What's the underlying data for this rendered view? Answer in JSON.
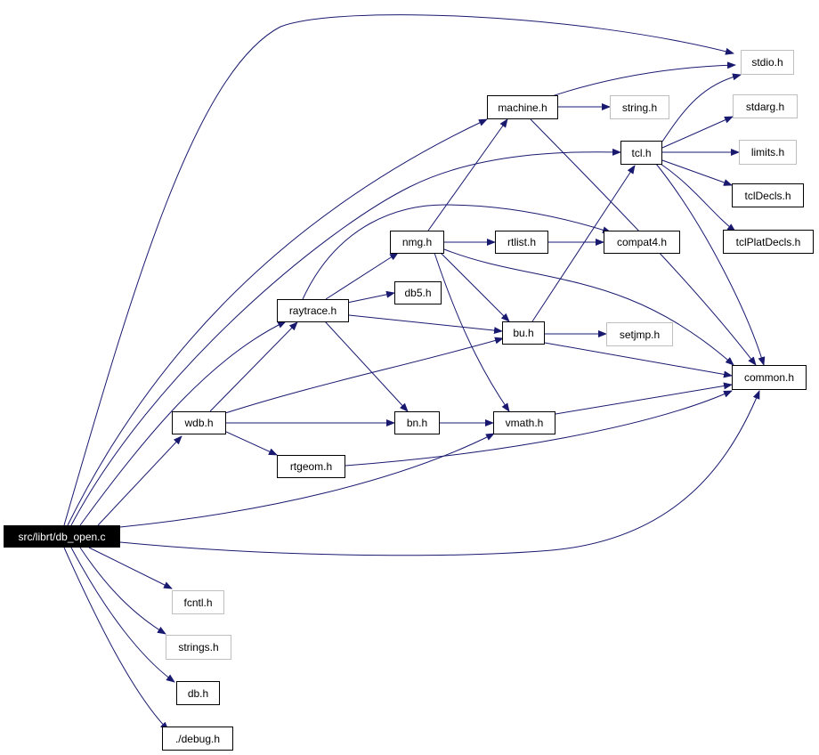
{
  "colors": {
    "edge": "#191970",
    "box_border": "#000000",
    "external_border": "#bfbfbf",
    "root_fill": "#000000",
    "root_text": "#ffffff"
  },
  "nodes": {
    "db_open": "src/librt/db_open.c",
    "wdb": "wdb.h",
    "raytrace": "raytrace.h",
    "rtgeom": "rtgeom.h",
    "bn": "bn.h",
    "vmath": "vmath.h",
    "bu": "bu.h",
    "nmg": "nmg.h",
    "db5": "db5.h",
    "rtlist": "rtlist.h",
    "compat4": "compat4.h",
    "machine": "machine.h",
    "string": "string.h",
    "stdio": "stdio.h",
    "stdarg": "stdarg.h",
    "limits": "limits.h",
    "tcl": "tcl.h",
    "tclDecls": "tclDecls.h",
    "tclPlatDecls": "tclPlatDecls.h",
    "setjmp": "setjmp.h",
    "common": "common.h",
    "fcntl": "fcntl.h",
    "strings": "strings.h",
    "db": "db.h",
    "debug": "./debug.h"
  }
}
